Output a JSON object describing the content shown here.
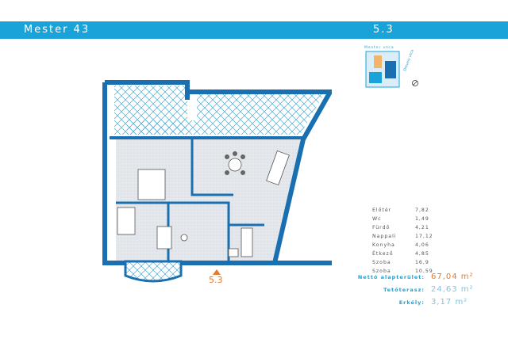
{
  "header": {
    "title": "Mester 43",
    "unit": "5.3"
  },
  "plan": {
    "unit_label": "5.3"
  },
  "location_map": {
    "street1": "Mester utca",
    "street2": "Drevely utca"
  },
  "rooms": [
    {
      "name": "Előtér",
      "area": "7,82"
    },
    {
      "name": "Wc",
      "area": "1,49"
    },
    {
      "name": "Fürdő",
      "area": "4,21"
    },
    {
      "name": "Nappali",
      "area": "17,12"
    },
    {
      "name": "Konyha",
      "area": "4,06"
    },
    {
      "name": "Étkező",
      "area": "4,85"
    },
    {
      "name": "Szoba",
      "area": "16,9"
    },
    {
      "name": "Szoba",
      "area": "10,59"
    }
  ],
  "summary": {
    "net_label": "Nettó alapterület:",
    "net_value": "67,04 m²",
    "terrace_label": "Tetőterasz:",
    "terrace_value": "24,63 m²",
    "balcony_label": "Erkély:",
    "balcony_value": "3,17 m²"
  },
  "colors": {
    "accent": "#1aa3d9",
    "marker": "#e8792b",
    "wall": "#1a6fb0"
  }
}
